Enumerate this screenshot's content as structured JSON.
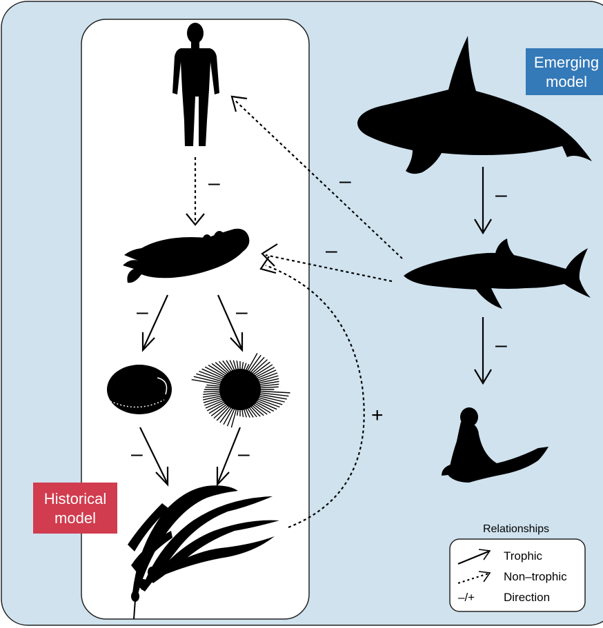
{
  "models": {
    "emerging": {
      "line1": "Emerging",
      "line2": "model",
      "color": "#3479b8"
    },
    "historical": {
      "line1": "Historical",
      "line2": "model",
      "color": "#d13c4e"
    }
  },
  "background_color": "#cfe2ee",
  "organisms": [
    "human-icon",
    "sea-otter-icon",
    "abalone-icon",
    "sea-urchin-icon",
    "kelp-icon",
    "orca-icon",
    "white-shark-icon",
    "elephant-seal-icon"
  ],
  "signs": {
    "human_otter": "–",
    "shark_human": "–",
    "shark_otter": "–",
    "otter_abalone": "–",
    "otter_urchin": "–",
    "abalone_kelp": "–",
    "urchin_kelp": "–",
    "orca_shark": "–",
    "shark_seal": "–",
    "kelp_otter": "+"
  },
  "legend": {
    "title": "Relationships",
    "trophic": "Trophic",
    "non_trophic": "Non–trophic",
    "direction_symbol": "–/+",
    "direction": "Direction"
  }
}
